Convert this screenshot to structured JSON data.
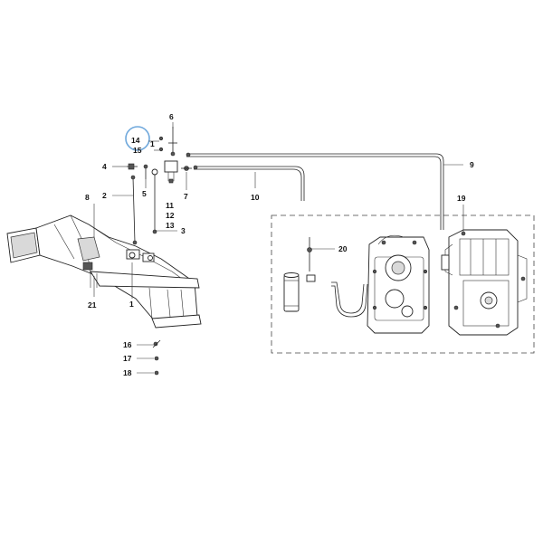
{
  "highlight_color": "#6fa8dc",
  "callouts": {
    "c1a": "1",
    "c1b": "1",
    "c2": "2",
    "c3": "3",
    "c4": "4",
    "c5": "5",
    "c6": "6",
    "c7": "7",
    "c8": "8",
    "c9": "9",
    "c10": "10",
    "c11": "11",
    "c12": "12",
    "c13": "13",
    "c14": "14",
    "c15": "15",
    "c16": "16",
    "c17": "17",
    "c18": "18",
    "c19": "19",
    "c20": "20",
    "c21": "21"
  }
}
